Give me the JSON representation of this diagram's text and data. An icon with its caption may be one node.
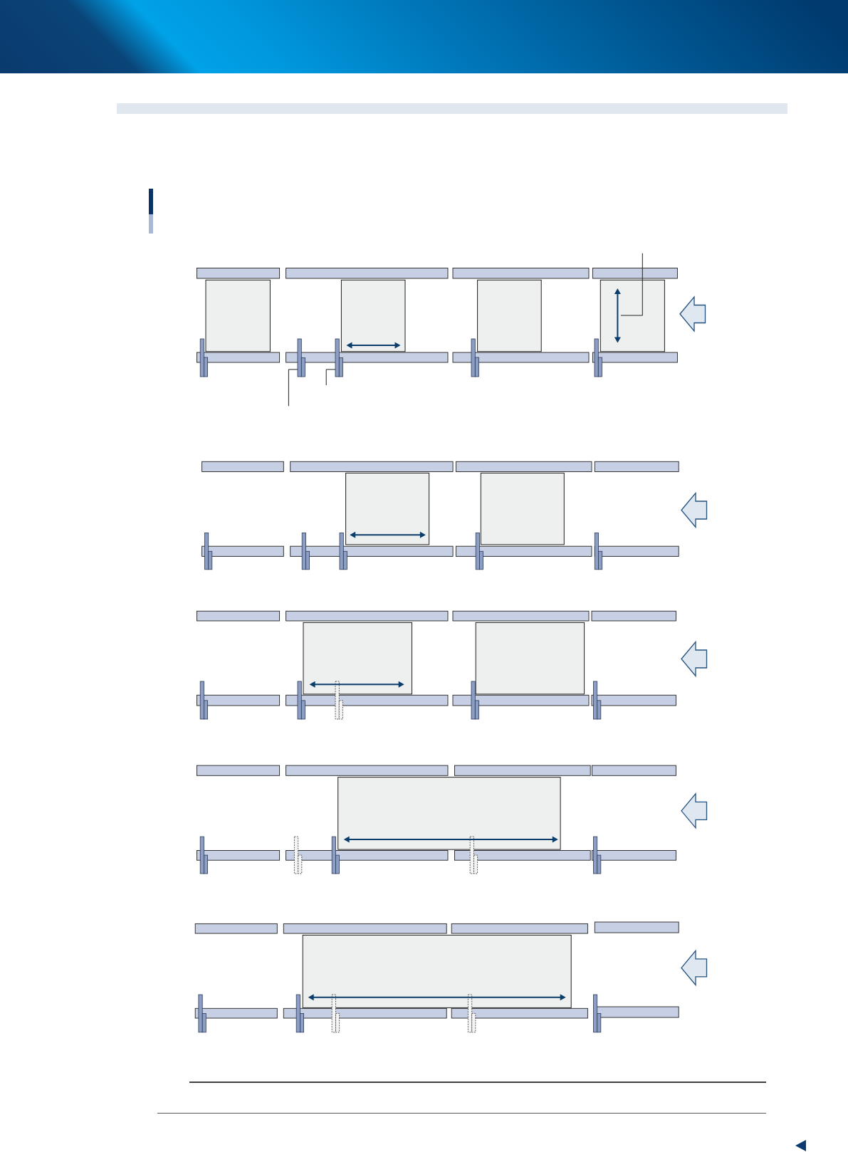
{
  "diagram": {
    "nodes": [
      {
        "text": [],
        "shape": "band"
      },
      {
        "text": [],
        "shape": "arrow"
      },
      {
        "text": [],
        "shape": "bar"
      },
      {
        "text": [],
        "shape": "bar"
      }
    ],
    "edges": [
      {
        "from": null,
        "to": 1,
        "arrow": "none"
      },
      {
        "from": null,
        "to": 2,
        "arrow": "none"
      },
      {
        "from": null,
        "to": 3,
        "arrow": "none"
      }
    ]
  }
}
